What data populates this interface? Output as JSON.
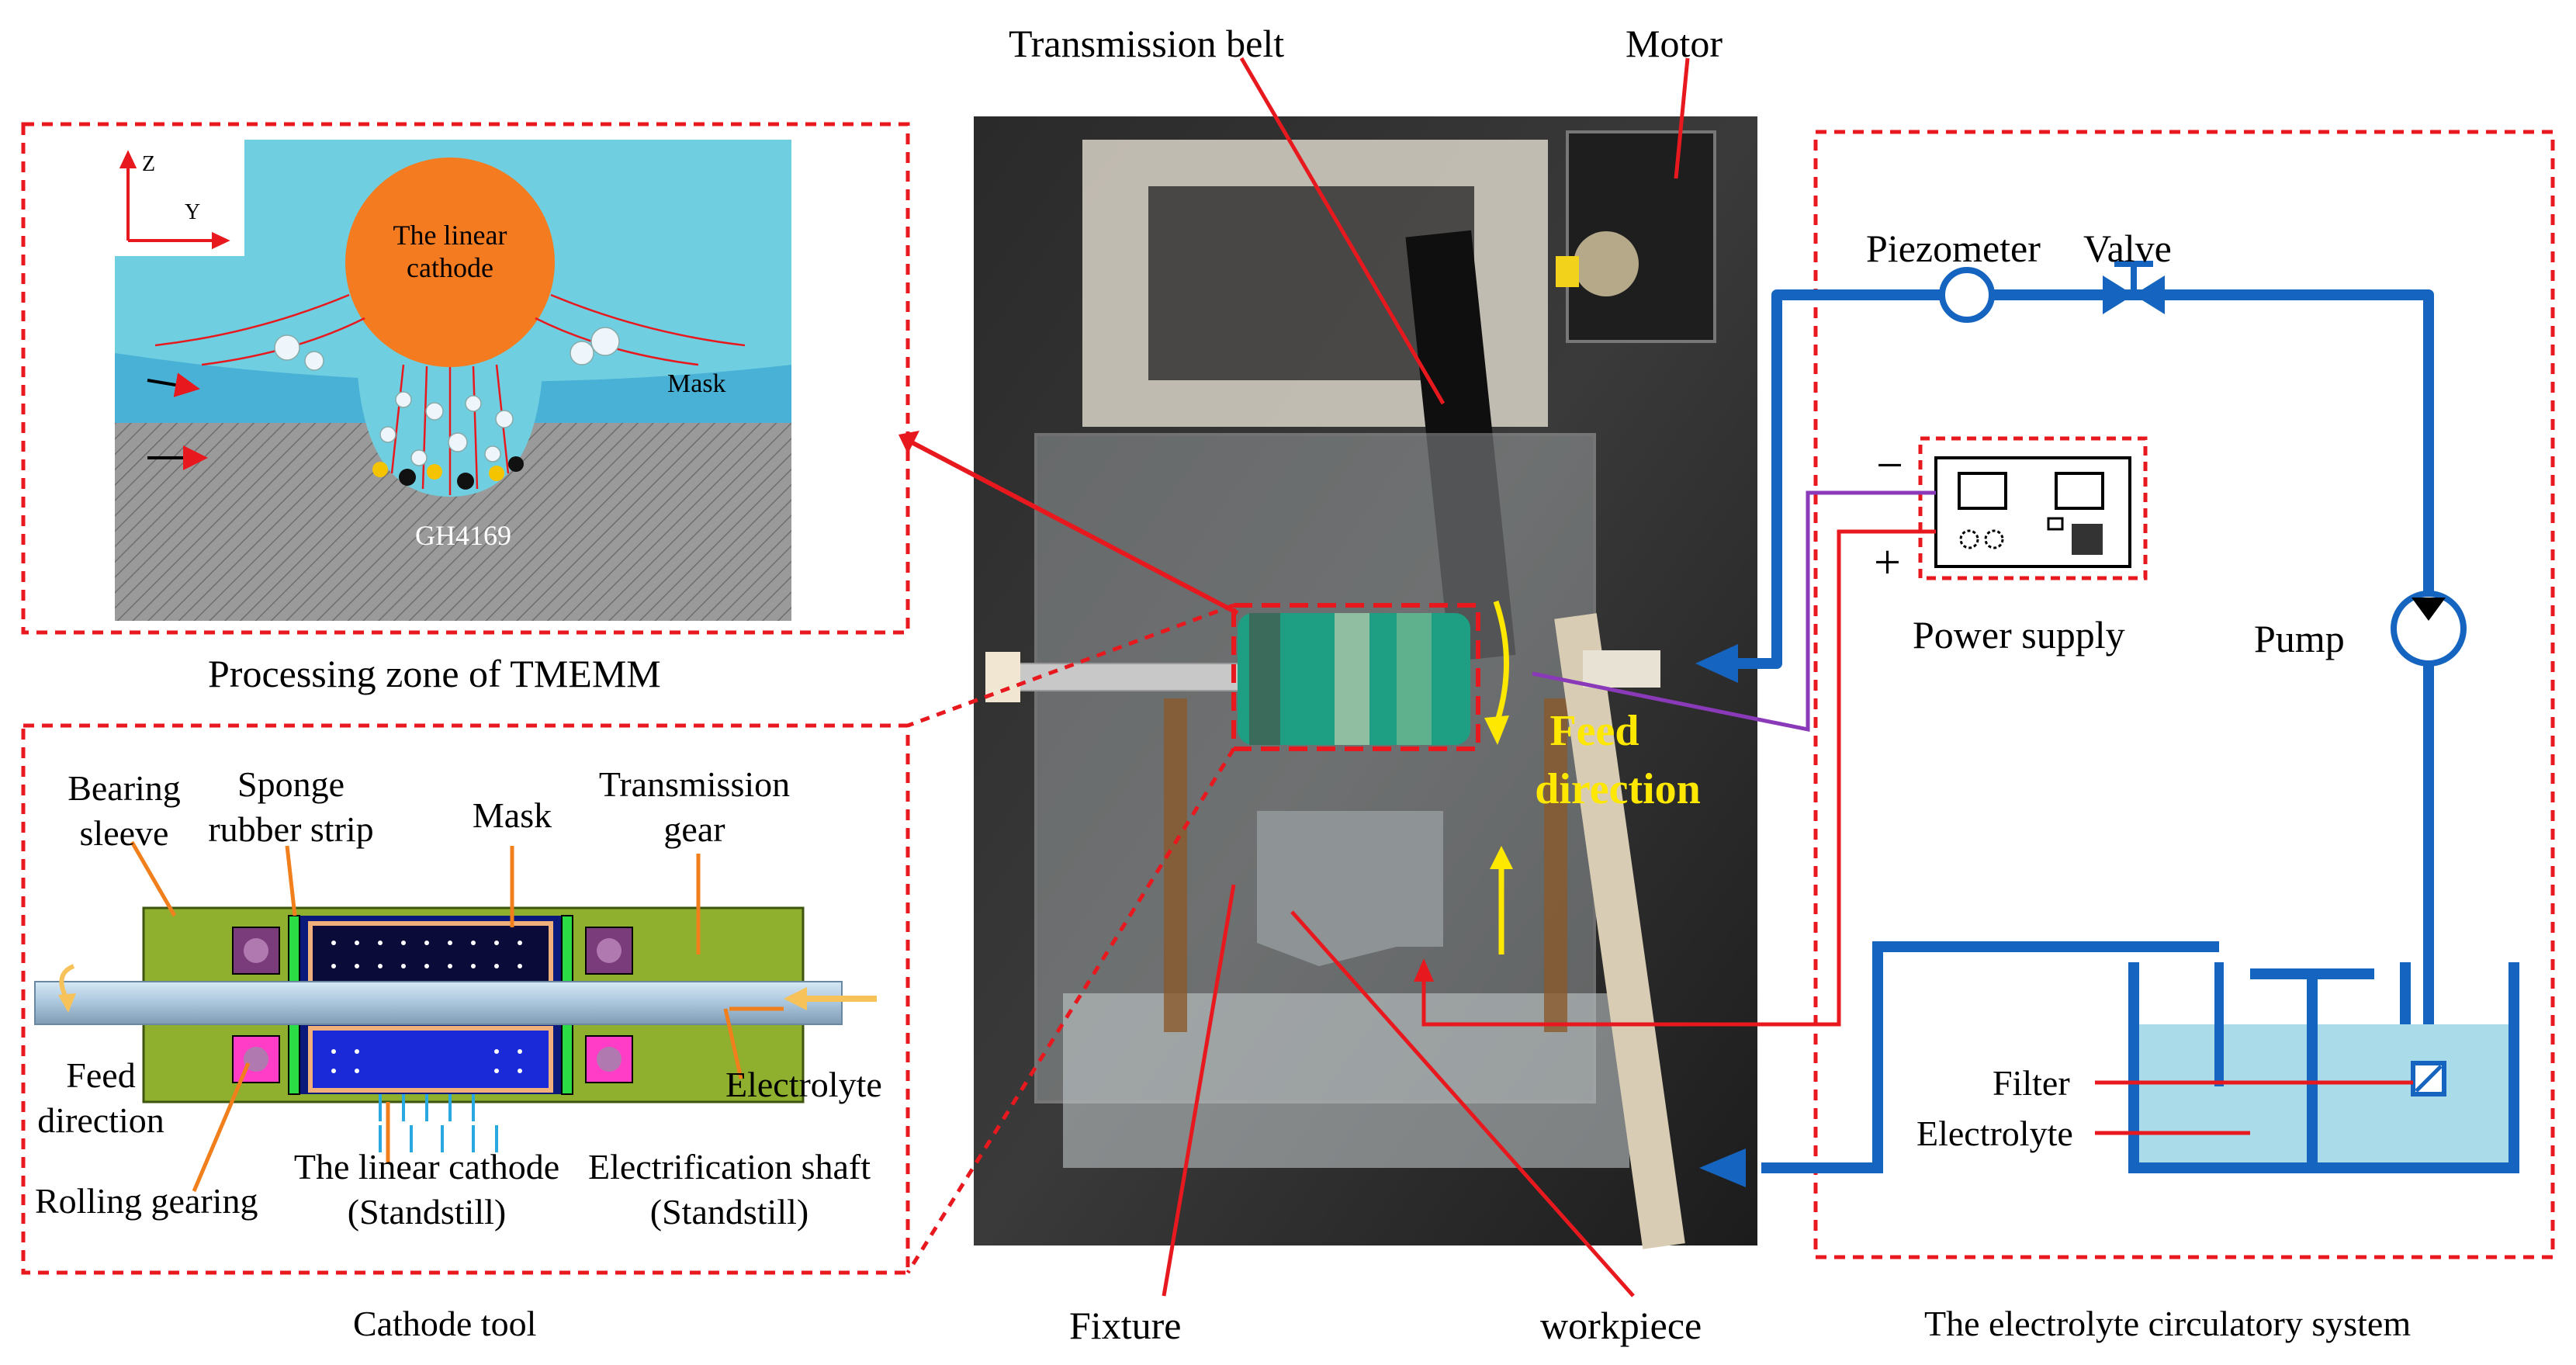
{
  "labels": {
    "transmission_belt": "Transmission belt",
    "motor": "Motor",
    "piezometer": "Piezometer",
    "valve": "Valve",
    "power_supply": "Power supply",
    "pump": "Pump",
    "filter": "Filter",
    "electrolyte_tank": "Electrolyte",
    "circulatory_system": "The electrolyte circulatory system",
    "fixture": "Fixture",
    "workpiece": "workpiece",
    "feed_direction_line1": "Feed",
    "feed_direction_line2": "direction",
    "minus": "−",
    "plus": "+",
    "processing_zone_caption": "Processing zone of TMEMM",
    "cathode_tool_caption": "Cathode tool"
  },
  "processing_zone": {
    "axis_z": "Z",
    "axis_y": "Y",
    "cathode_line1": "The linear",
    "cathode_line2": "cathode",
    "mask": "Mask",
    "material": "GH4169"
  },
  "cathode_tool": {
    "bearing_sleeve_1": "Bearing",
    "bearing_sleeve_2": "sleeve",
    "sponge_strip_1": "Sponge",
    "sponge_strip_2": "rubber strip",
    "mask": "Mask",
    "transmission_gear_1": "Transmission",
    "transmission_gear_2": "gear",
    "feed_direction_1": "Feed",
    "feed_direction_2": "direction",
    "electrolyte": "Electrolyte",
    "rolling_gearing": "Rolling gearing",
    "linear_cathode_1": "The linear cathode",
    "linear_cathode_2": "(Standstill)",
    "shaft_1": "Electrification shaft",
    "shaft_2": "(Standstill)"
  },
  "colors": {
    "frame_red": "#e8191e",
    "pipe_blue": "#1565c0",
    "cathode_orange": "#f47b20",
    "fluid_cyan": "#6fcfe0",
    "tank_water": "#a9dce8",
    "feed_yellow": "#ffe800",
    "wire_purple": "#8a3ab9"
  }
}
